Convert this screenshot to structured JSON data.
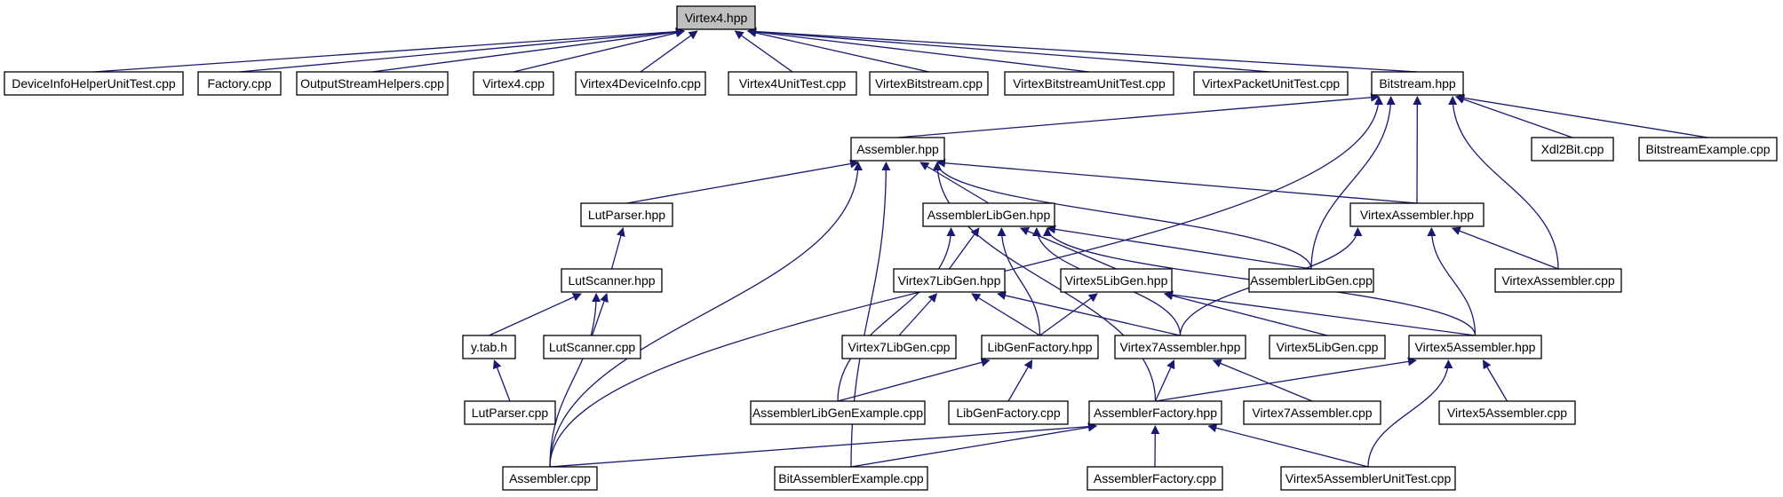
{
  "graph": {
    "root": "Virtex4.hpp",
    "edge_color": "#191970",
    "root_fill": "#bfbfbf",
    "nodes": [
      {
        "id": "n0",
        "label": "Virtex4.hpp",
        "root": true
      },
      {
        "id": "n1",
        "label": "DeviceInfoHelperUnitTest.cpp"
      },
      {
        "id": "n2",
        "label": "Factory.cpp"
      },
      {
        "id": "n3",
        "label": "OutputStreamHelpers.cpp"
      },
      {
        "id": "n4",
        "label": "Virtex4.cpp"
      },
      {
        "id": "n5",
        "label": "Virtex4DeviceInfo.cpp"
      },
      {
        "id": "n6",
        "label": "Virtex4UnitTest.cpp"
      },
      {
        "id": "n7",
        "label": "VirtexBitstream.cpp"
      },
      {
        "id": "n8",
        "label": "VirtexBitstreamUnitTest.cpp"
      },
      {
        "id": "n9",
        "label": "VirtexPacketUnitTest.cpp"
      },
      {
        "id": "n10",
        "label": "Bitstream.hpp"
      },
      {
        "id": "n11",
        "label": "Assembler.hpp"
      },
      {
        "id": "n12",
        "label": "Xdl2Bit.cpp"
      },
      {
        "id": "n13",
        "label": "BitstreamExample.cpp"
      },
      {
        "id": "n14",
        "label": "LutParser.hpp"
      },
      {
        "id": "n15",
        "label": "AssemblerLibGen.hpp"
      },
      {
        "id": "n16",
        "label": "VirtexAssembler.hpp"
      },
      {
        "id": "n17",
        "label": "LutScanner.hpp"
      },
      {
        "id": "n18",
        "label": "Virtex7LibGen.hpp"
      },
      {
        "id": "n19",
        "label": "Virtex5LibGen.hpp"
      },
      {
        "id": "n20",
        "label": "AssemblerLibGen.cpp"
      },
      {
        "id": "n21",
        "label": "VirtexAssembler.cpp"
      },
      {
        "id": "n22",
        "label": "y.tab.h"
      },
      {
        "id": "n23",
        "label": "LutScanner.cpp"
      },
      {
        "id": "n24",
        "label": "Virtex7LibGen.cpp"
      },
      {
        "id": "n25",
        "label": "LibGenFactory.hpp"
      },
      {
        "id": "n26",
        "label": "Virtex7Assembler.hpp"
      },
      {
        "id": "n27",
        "label": "Virtex5LibGen.cpp"
      },
      {
        "id": "n28",
        "label": "Virtex5Assembler.hpp"
      },
      {
        "id": "n29",
        "label": "LutParser.cpp"
      },
      {
        "id": "n30",
        "label": "AssemblerLibGenExample.cpp"
      },
      {
        "id": "n31",
        "label": "LibGenFactory.cpp"
      },
      {
        "id": "n32",
        "label": "AssemblerFactory.hpp"
      },
      {
        "id": "n33",
        "label": "Virtex7Assembler.cpp"
      },
      {
        "id": "n34",
        "label": "Virtex5Assembler.cpp"
      },
      {
        "id": "n35",
        "label": "Assembler.cpp"
      },
      {
        "id": "n36",
        "label": "BitAssemblerExample.cpp"
      },
      {
        "id": "n37",
        "label": "AssemblerFactory.cpp"
      },
      {
        "id": "n38",
        "label": "Virtex5AssemblerUnitTest.cpp"
      }
    ],
    "edges": [
      [
        "n1",
        "n0"
      ],
      [
        "n2",
        "n0"
      ],
      [
        "n3",
        "n0"
      ],
      [
        "n4",
        "n0"
      ],
      [
        "n5",
        "n0"
      ],
      [
        "n6",
        "n0"
      ],
      [
        "n7",
        "n0"
      ],
      [
        "n8",
        "n0"
      ],
      [
        "n9",
        "n0"
      ],
      [
        "n10",
        "n0"
      ],
      [
        "n11",
        "n10"
      ],
      [
        "n12",
        "n10"
      ],
      [
        "n13",
        "n10"
      ],
      [
        "n16",
        "n10"
      ],
      [
        "n20",
        "n10"
      ],
      [
        "n21",
        "n10"
      ],
      [
        "n35",
        "n10"
      ],
      [
        "n14",
        "n11"
      ],
      [
        "n15",
        "n11"
      ],
      [
        "n16",
        "n11"
      ],
      [
        "n20",
        "n11"
      ],
      [
        "n32",
        "n11"
      ],
      [
        "n35",
        "n11"
      ],
      [
        "n36",
        "n11"
      ],
      [
        "n17",
        "n14"
      ],
      [
        "n18",
        "n15"
      ],
      [
        "n19",
        "n15"
      ],
      [
        "n20",
        "n15"
      ],
      [
        "n25",
        "n15"
      ],
      [
        "n26",
        "n15"
      ],
      [
        "n28",
        "n15"
      ],
      [
        "n30",
        "n15"
      ],
      [
        "n21",
        "n16"
      ],
      [
        "n26",
        "n16"
      ],
      [
        "n28",
        "n16"
      ],
      [
        "n22",
        "n17"
      ],
      [
        "n23",
        "n17"
      ],
      [
        "n35",
        "n17"
      ],
      [
        "n24",
        "n18"
      ],
      [
        "n25",
        "n18"
      ],
      [
        "n26",
        "n18"
      ],
      [
        "n25",
        "n19"
      ],
      [
        "n27",
        "n19"
      ],
      [
        "n28",
        "n19"
      ],
      [
        "n29",
        "n22"
      ],
      [
        "n30",
        "n25"
      ],
      [
        "n31",
        "n25"
      ],
      [
        "n32",
        "n26"
      ],
      [
        "n33",
        "n26"
      ],
      [
        "n32",
        "n28"
      ],
      [
        "n34",
        "n28"
      ],
      [
        "n38",
        "n28"
      ],
      [
        "n35",
        "n32"
      ],
      [
        "n36",
        "n32"
      ],
      [
        "n37",
        "n32"
      ],
      [
        "n38",
        "n32"
      ]
    ]
  }
}
